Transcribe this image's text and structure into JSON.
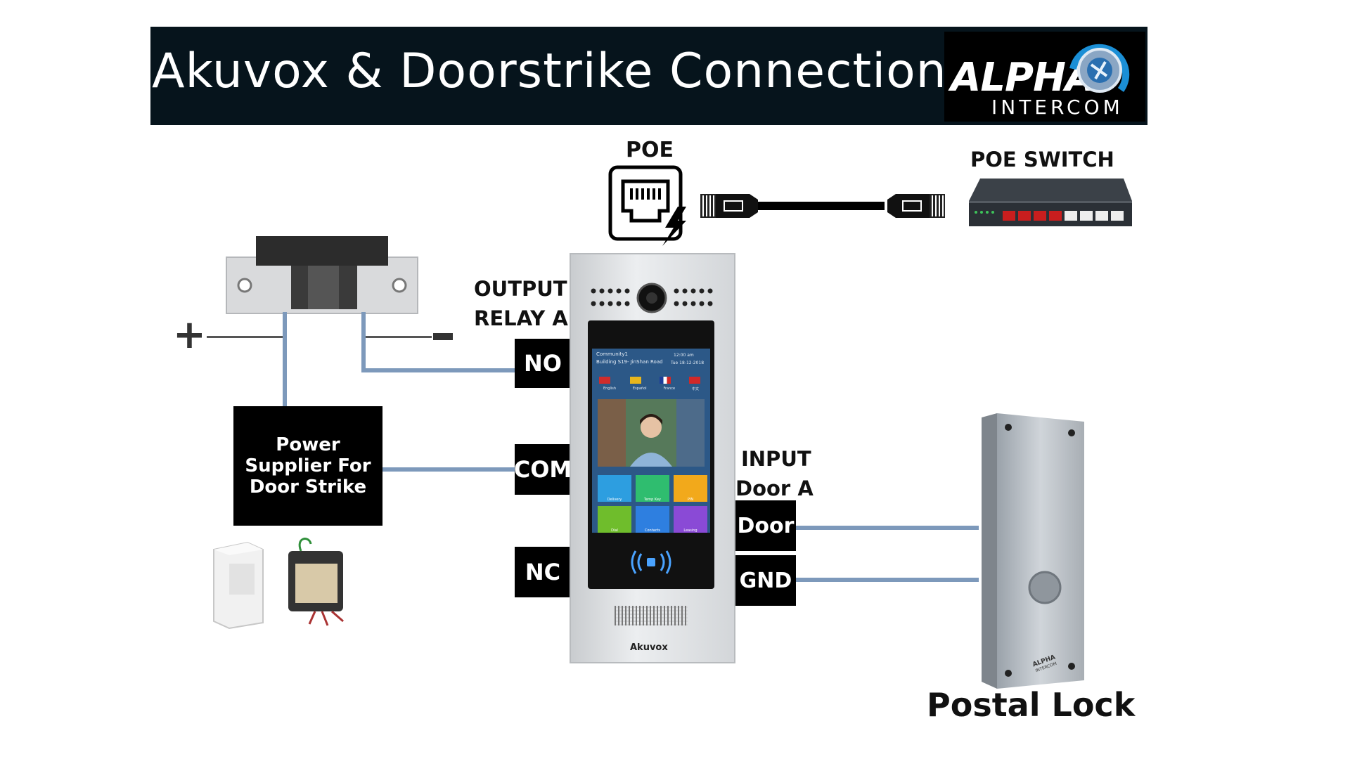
{
  "header": {
    "title": "Akuvox & Doorstrike Connections",
    "logo_main": "ALPHA",
    "logo_sub": "INTERCOM"
  },
  "labels": {
    "poe": "POE",
    "poe_switch": "POE SWITCH",
    "output_relay": [
      "OUTPUT",
      "RELAY A"
    ],
    "input_door": [
      "INPUT",
      "Door A"
    ],
    "postal_lock": "Postal Lock",
    "plus": "+",
    "minus": "-"
  },
  "relay_terminals": [
    "NO",
    "COM",
    "NC"
  ],
  "input_terminals": [
    "Door",
    "GND"
  ],
  "power_supply": [
    "Power",
    "Supplier For",
    "Door Strike"
  ],
  "device": {
    "brand": "Akuvox",
    "screen_line1": "Community1",
    "screen_line2": "Building S19- JinShan Road",
    "screen_time": "12:00 am",
    "screen_date": "Tue 18-12-2018",
    "languages": [
      "English",
      "Español",
      "France",
      "中文"
    ],
    "tiles": [
      "Delivery",
      "Temp Key",
      "PIN",
      "Dial",
      "Contacts",
      "Leasing"
    ]
  },
  "postal_lock_brand": [
    "ALPHA",
    "INTERCOM"
  ],
  "colors": {
    "banner": "#06141c",
    "wire": "#7d99bb",
    "terminal": "#000000"
  }
}
